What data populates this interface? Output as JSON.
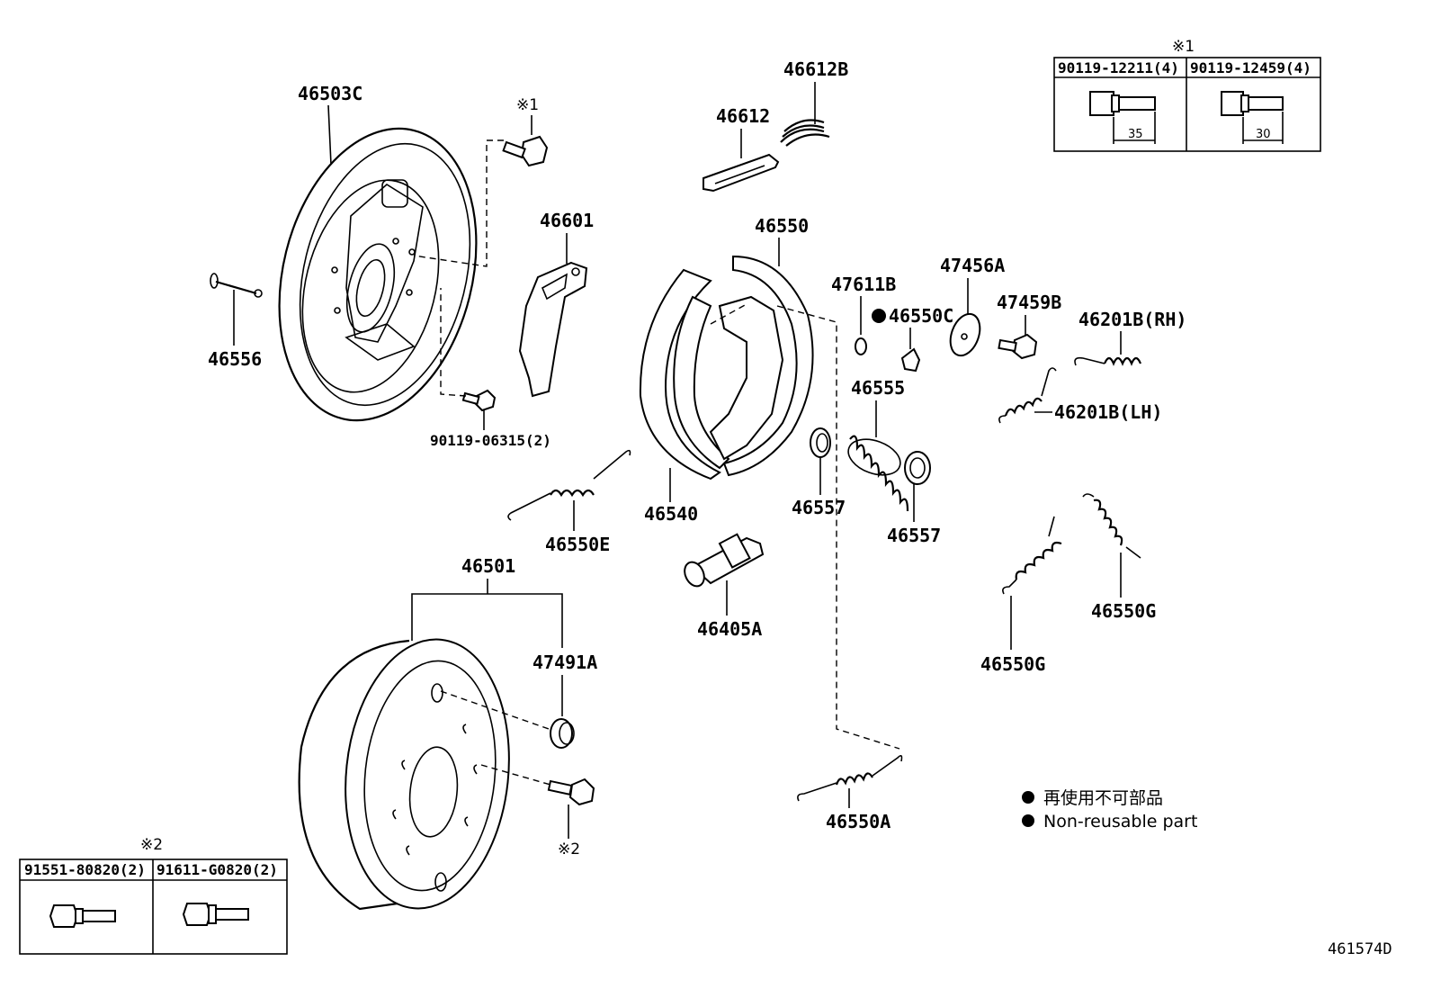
{
  "parts": {
    "p46503C": "46503C",
    "p46556": "46556",
    "p90119_06315": "90119-06315(2)",
    "p46601": "46601",
    "p46612": "46612",
    "p46612B": "46612B",
    "p46550": "46550",
    "p46540": "46540",
    "p46550E": "46550E",
    "p46405A": "46405A",
    "p47611B": "47611B",
    "p46550C": "46550C",
    "p47456A": "47456A",
    "p47459B": "47459B",
    "p46201B_RH": "46201B(RH)",
    "p46201B_LH": "46201B(LH)",
    "p46555": "46555",
    "p46557_a": "46557",
    "p46557_b": "46557",
    "p46550G_a": "46550G",
    "p46550G_b": "46550G",
    "p46501": "46501",
    "p47491A": "47491A",
    "p46550A": "46550A"
  },
  "marks": {
    "note1_top": "※1",
    "note1_bolt": "※1",
    "note2_box": "※2",
    "note2_bolt": "※2"
  },
  "bolt_table_1": {
    "col1": "90119-12211(4)",
    "col2": "90119-12459(4)",
    "dim1": "35",
    "dim2": "30"
  },
  "bolt_table_2": {
    "col1": "91551-80820(2)",
    "col2": "91611-G0820(2)"
  },
  "legend": {
    "jp": "再使用不可部品",
    "en": "Non-reusable part"
  },
  "figure_ref": "461574D"
}
